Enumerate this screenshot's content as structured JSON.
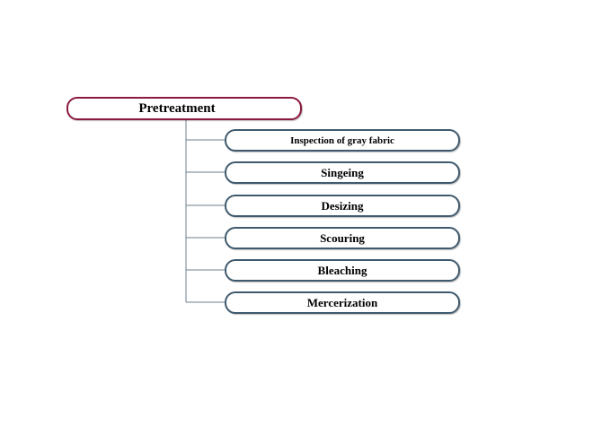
{
  "root": {
    "label": "Pretreatment"
  },
  "steps": [
    {
      "label": "Inspection of gray fabric"
    },
    {
      "label": "Singeing"
    },
    {
      "label": "Desizing"
    },
    {
      "label": "Scouring"
    },
    {
      "label": "Bleaching"
    },
    {
      "label": "Mercerization"
    }
  ],
  "colors": {
    "root_border": "#8b1a3c",
    "child_border": "#3f5a6e",
    "connector": "#6b7f8e"
  }
}
